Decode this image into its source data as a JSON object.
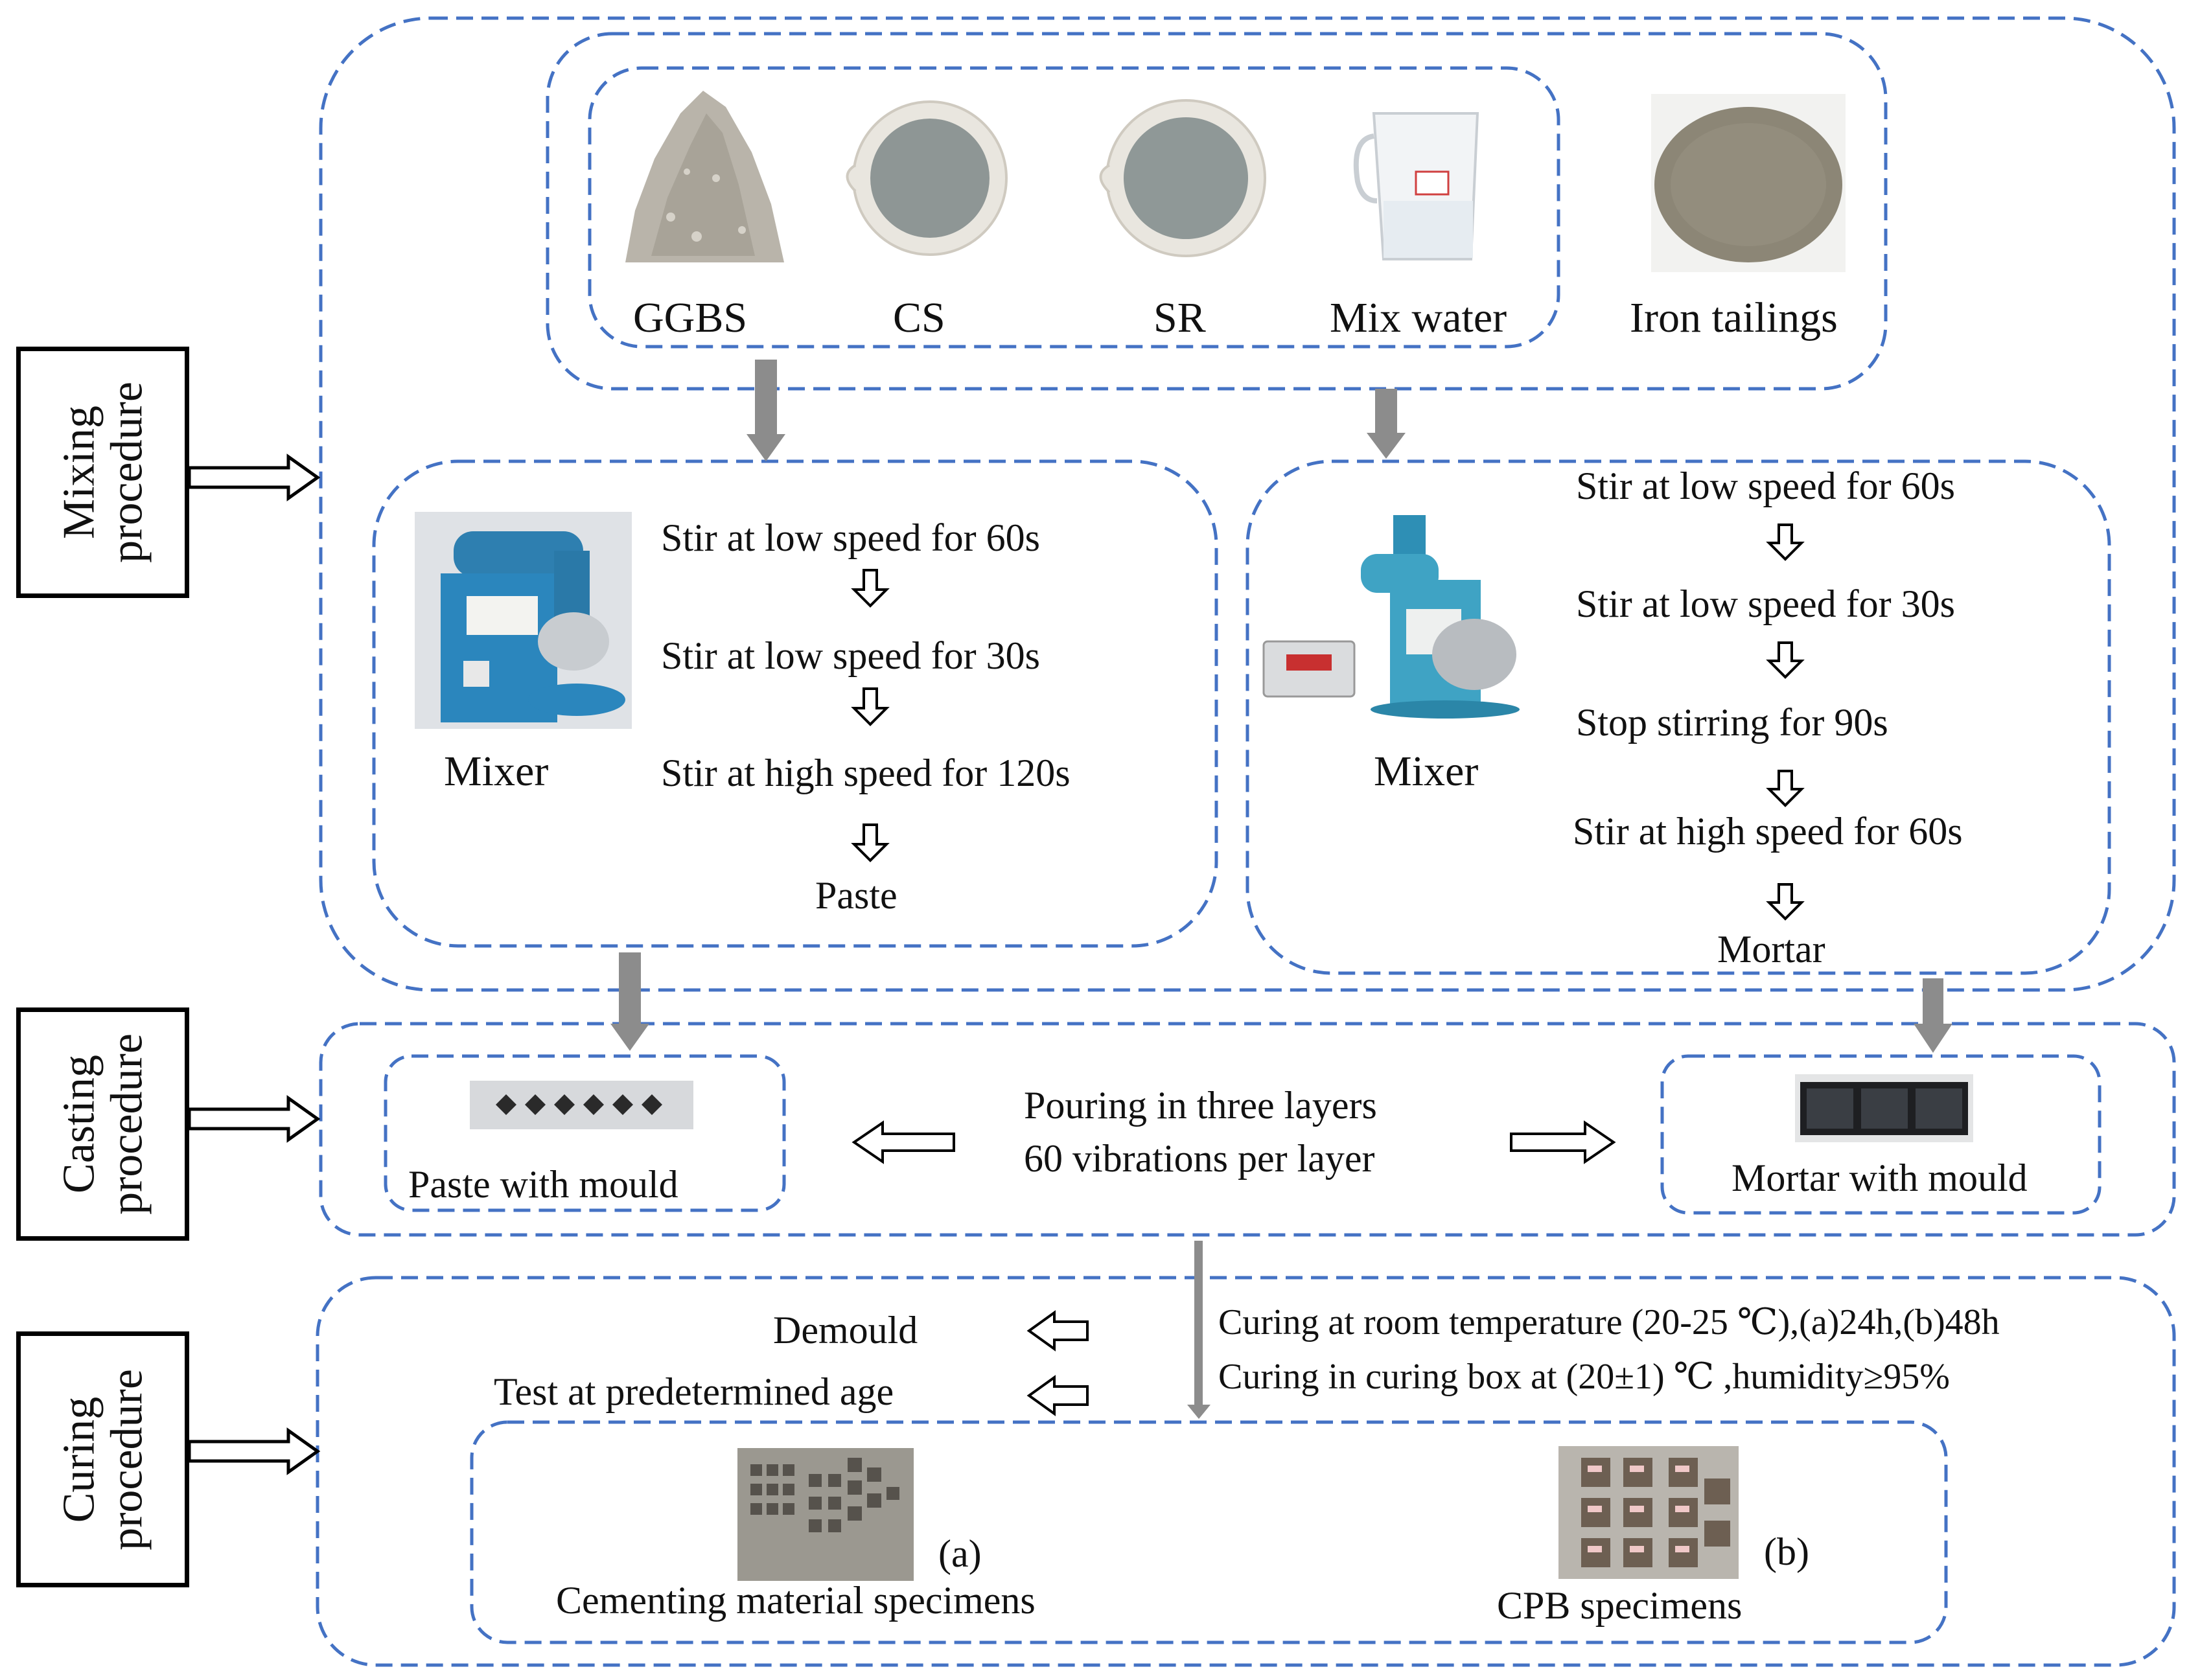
{
  "side_labels": {
    "mixing": [
      "Mixing",
      "procedure"
    ],
    "casting": [
      "Casting",
      "procedure"
    ],
    "curing": [
      "Curing",
      "procedure"
    ]
  },
  "materials": {
    "ggbs": "GGBS",
    "cs": "CS",
    "sr": "SR",
    "mix_water": "Mix water",
    "iron_tailings": "Iron tailings"
  },
  "paste_mixer": {
    "label": "Mixer",
    "steps": [
      "Stir at low speed for 60s",
      "Stir at low speed for 30s",
      "Stir at high speed for 120s"
    ],
    "result": "Paste"
  },
  "mortar_mixer": {
    "label": "Mixer",
    "steps": [
      "Stir at low speed for 60s",
      "Stir at low speed for 30s",
      "Stop stirring for 90s",
      "Stir at high speed for 60s"
    ],
    "result": "Mortar"
  },
  "casting": {
    "paste_mould": "Paste with mould",
    "mortar_mould": "Mortar with mould",
    "pouring_line1": "Pouring in three layers",
    "pouring_line2": "60 vibrations per layer"
  },
  "curing": {
    "demould": "Demould",
    "test": "Test at predetermined age",
    "room_curing": "Curing at room temperature (20-25 ℃),(a)24h,(b)48h",
    "box_curing": "Curing in curing box at (20±1) ℃ ,humidity≥95%",
    "specimen_a_tag": "(a)",
    "specimen_a_label": "Cementing material specimens",
    "specimen_b_tag": "(b)",
    "specimen_b_label": "CPB specimens"
  },
  "colors": {
    "dash_border": "#4472C4",
    "gray_arrow": "#8C8C8C",
    "black": "#000000"
  }
}
